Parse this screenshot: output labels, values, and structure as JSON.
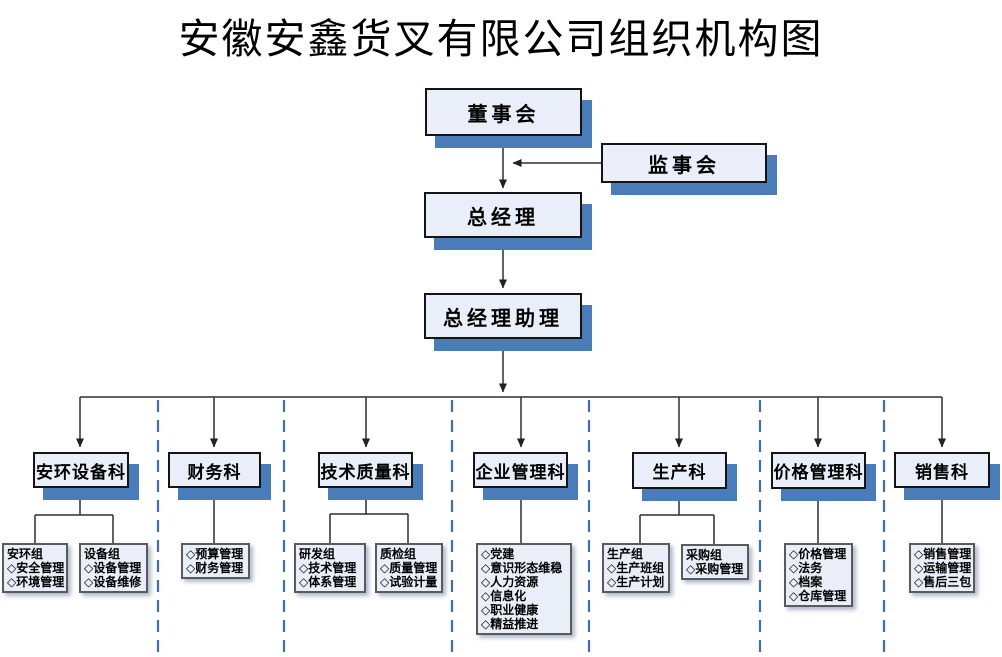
{
  "title": "安徽安鑫货叉有限公司组织机构图",
  "colors": {
    "fill": "#e9eef8",
    "border": "#141414",
    "subBorder": "#5a5a5a",
    "shadow": "#4a7cba",
    "dashed": "#3e6fb5",
    "line": "#2f2f2f"
  },
  "nodes": {
    "board": "董事会",
    "supervisory": "监事会",
    "gm": "总经理",
    "gm_assistant": "总经理助理"
  },
  "departments": [
    {
      "name": "安环设备科",
      "children": [
        {
          "lines": [
            "安环组",
            "◇安全管理",
            "◇环境管理"
          ]
        },
        {
          "lines": [
            "设备组",
            "◇设备管理",
            "◇设备维修"
          ]
        }
      ]
    },
    {
      "name": "财务科",
      "children": [
        {
          "lines": [
            "◇预算管理",
            "◇财务管理"
          ]
        }
      ]
    },
    {
      "name": "技术质量科",
      "children": [
        {
          "lines": [
            "研发组",
            "◇技术管理",
            "◇体系管理"
          ]
        },
        {
          "lines": [
            "质检组",
            "◇质量管理",
            "◇试验计量"
          ]
        }
      ]
    },
    {
      "name": "企业管理科",
      "children": [
        {
          "lines": [
            "◇党建",
            "◇意识形态维稳",
            "◇人力资源",
            "◇信息化",
            "◇职业健康",
            "◇精益推进"
          ]
        }
      ]
    },
    {
      "name": "生产科",
      "children": [
        {
          "lines": [
            "生产组",
            "◇生产班组",
            "◇生产计划"
          ]
        },
        {
          "lines": [
            "采购组",
            "◇采购管理"
          ]
        }
      ]
    },
    {
      "name": "价格管理科",
      "children": [
        {
          "lines": [
            "◇价格管理",
            "◇法务",
            "◇档案",
            "◇仓库管理"
          ]
        }
      ]
    },
    {
      "name": "销售科",
      "children": [
        {
          "lines": [
            "◇销售管理",
            "◇运输管理",
            "◇售后三包"
          ]
        }
      ]
    }
  ]
}
